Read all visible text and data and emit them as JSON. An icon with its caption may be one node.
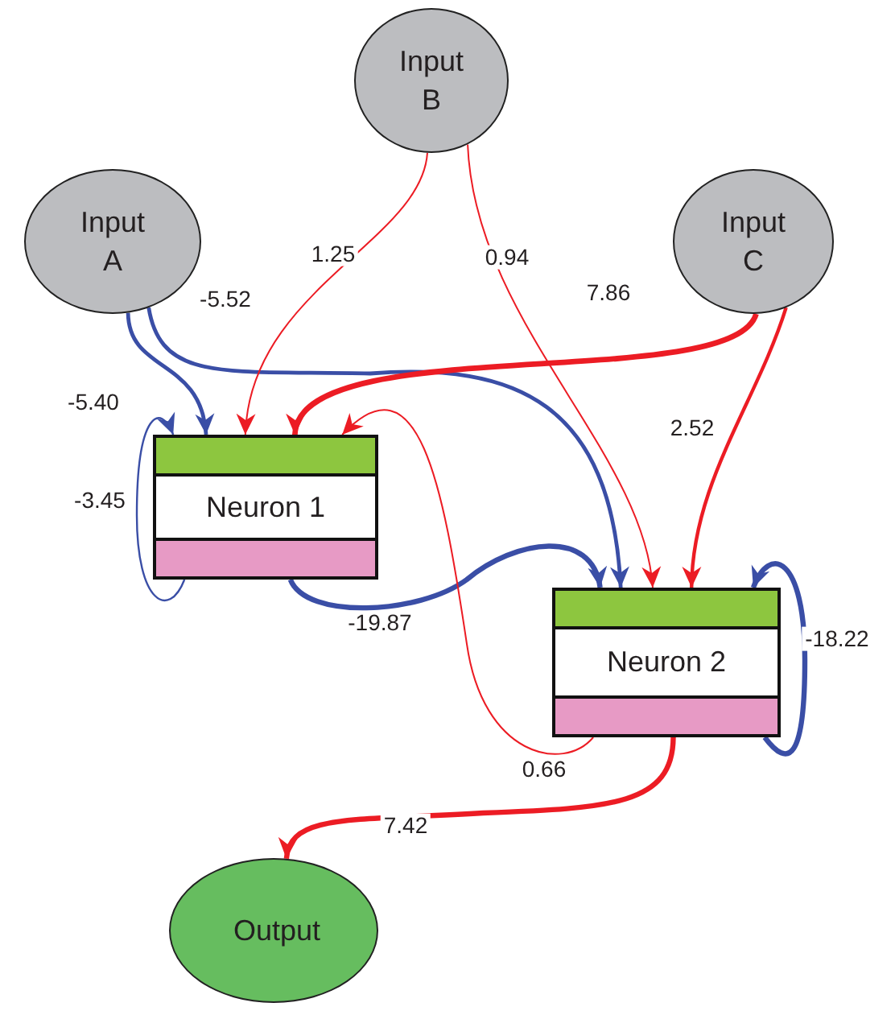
{
  "diagram": {
    "nodes": [
      {
        "text": [
          "Input A"
        ]
      },
      {
        "text": [
          "Input B"
        ]
      },
      {
        "text": [
          "Input C"
        ]
      },
      {
        "text": [
          "Neuron 1"
        ]
      },
      {
        "text": [
          "Neuron 2"
        ]
      },
      {
        "text": [
          "Output"
        ]
      }
    ],
    "edges": [
      {
        "from": 0,
        "to": 3,
        "arrow": "to",
        "label": "-5.40",
        "color": "#3a4ea6"
      },
      {
        "from": 0,
        "to": 4,
        "arrow": "to",
        "label": "-5.52",
        "color": "#3a4ea6"
      },
      {
        "from": 1,
        "to": 3,
        "arrow": "to",
        "label": "1.25"
      },
      {
        "from": 1,
        "to": 4,
        "arrow": "to",
        "label": "0.94"
      },
      {
        "from": 2,
        "to": 3,
        "arrow": "to",
        "label": "7.86"
      },
      {
        "from": 2,
        "to": 4,
        "arrow": "to",
        "label": "2.52"
      },
      {
        "from": 3,
        "to": 3,
        "arrow": "to",
        "label": "-3.45",
        "color": "#3a4ea6"
      },
      {
        "from": 3,
        "to": 4,
        "arrow": "to",
        "label": "-19.87",
        "color": "#3a4ea6"
      },
      {
        "from": 4,
        "to": 3,
        "arrow": "to",
        "label": "0.66"
      },
      {
        "from": 4,
        "to": 4,
        "arrow": "to",
        "label": "-18.22",
        "color": "#3a4ea6"
      },
      {
        "from": 4,
        "to": 5,
        "arrow": "to",
        "label": "7.42"
      }
    ]
  }
}
